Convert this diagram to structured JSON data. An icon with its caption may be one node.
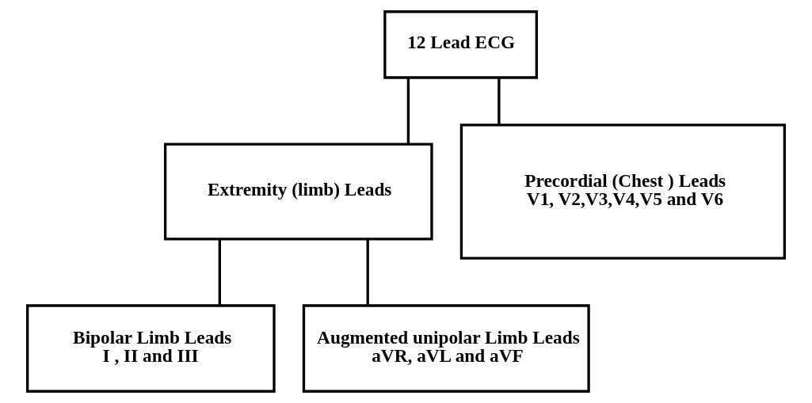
{
  "diagram": {
    "nodes": [
      {
        "text": [
          "12 Lead ECG"
        ]
      },
      {
        "text": [
          "Extremity (limb) Leads"
        ]
      },
      {
        "text": [
          "Precordial (Chest ) Leads",
          "V1, V2,V3,V4,V5 and V6"
        ]
      },
      {
        "text": [
          "Bipolar Limb Leads",
          "I , II and III"
        ]
      },
      {
        "text": [
          "Augmented unipolar Limb Leads",
          "aVR, aVL and aVF"
        ]
      }
    ],
    "edges": [
      {
        "from": 0,
        "to": 1,
        "arrow": "none"
      },
      {
        "from": 0,
        "to": 2,
        "arrow": "none"
      },
      {
        "from": 1,
        "to": 3,
        "arrow": "none"
      },
      {
        "from": 1,
        "to": 4,
        "arrow": "none"
      }
    ]
  }
}
